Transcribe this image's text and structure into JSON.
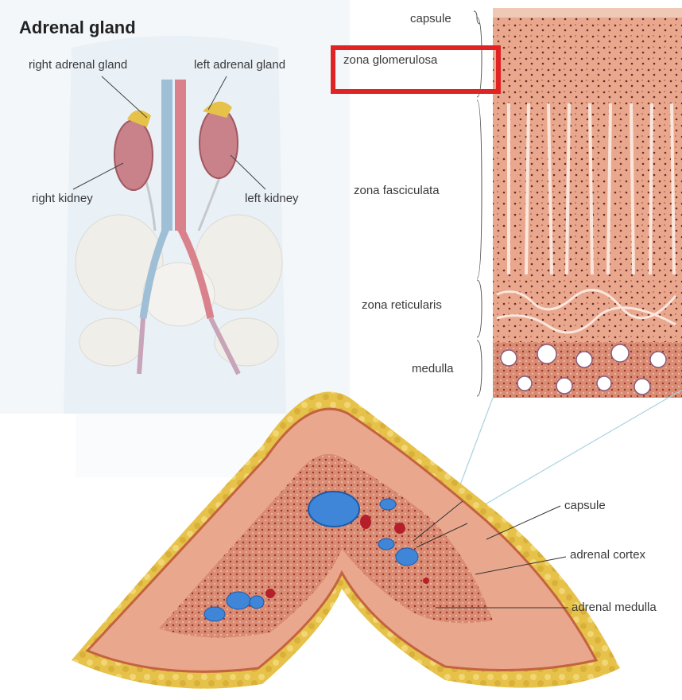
{
  "title": "Adrenal gland",
  "body_labels": {
    "right_adrenal_gland": "right adrenal gland",
    "left_adrenal_gland": "left adrenal gland",
    "right_kidney": "right kidney",
    "left_kidney": "left kidney"
  },
  "tissue_layers": [
    "capsule",
    "zona glomerulosa",
    "zona fasciculata",
    "zona reticularis",
    "medulla"
  ],
  "section_labels": {
    "capsule": "capsule",
    "adrenal_cortex": "adrenal cortex",
    "adrenal_medulla": "adrenal medulla"
  },
  "highlighted_layer": "zona glomerulosa",
  "colors": {
    "highlight_box": "#e02424",
    "tissue": "#e9a88e",
    "fat": "#e6c24a",
    "vessel_blue": "#3f86d8",
    "vessel_red": "#b51f2a",
    "kidney": "#c9828a",
    "aorta": "#d9828c",
    "vena_cava": "#9fbfd6"
  }
}
